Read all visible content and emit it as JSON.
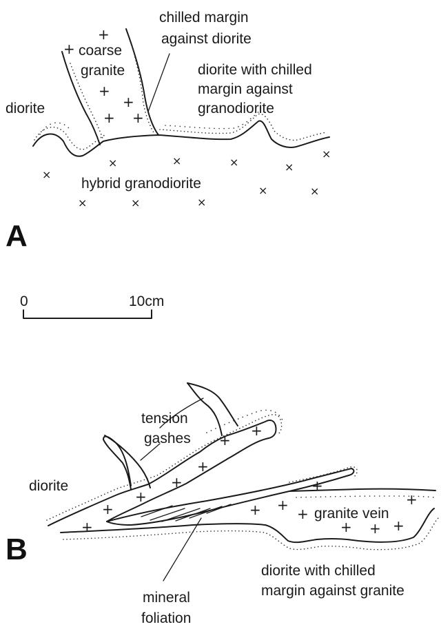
{
  "panel_a": {
    "letter": "A",
    "labels": {
      "chilled_margin_1": "chilled margin",
      "chilled_margin_2": "against diorite",
      "coarse": "coarse",
      "granite": "granite",
      "diorite_chilled_1": "diorite with chilled",
      "diorite_chilled_2": "margin against",
      "diorite_chilled_3": "granodiorite",
      "diorite": "diorite",
      "hybrid": "hybrid granodiorite"
    }
  },
  "scale_bar": {
    "start_label": "0",
    "end_label": "10cm"
  },
  "panel_b": {
    "letter": "B",
    "labels": {
      "tension_1": "tension",
      "tension_2": "gashes",
      "diorite": "diorite",
      "granite_vein": "granite vein",
      "diorite_chilled_1": "diorite with chilled",
      "diorite_chilled_2": "margin against granite",
      "mineral": "mineral",
      "foliation": "foliation"
    }
  },
  "symbols": {
    "granite_marker": "+",
    "granodiorite_marker": "×"
  }
}
